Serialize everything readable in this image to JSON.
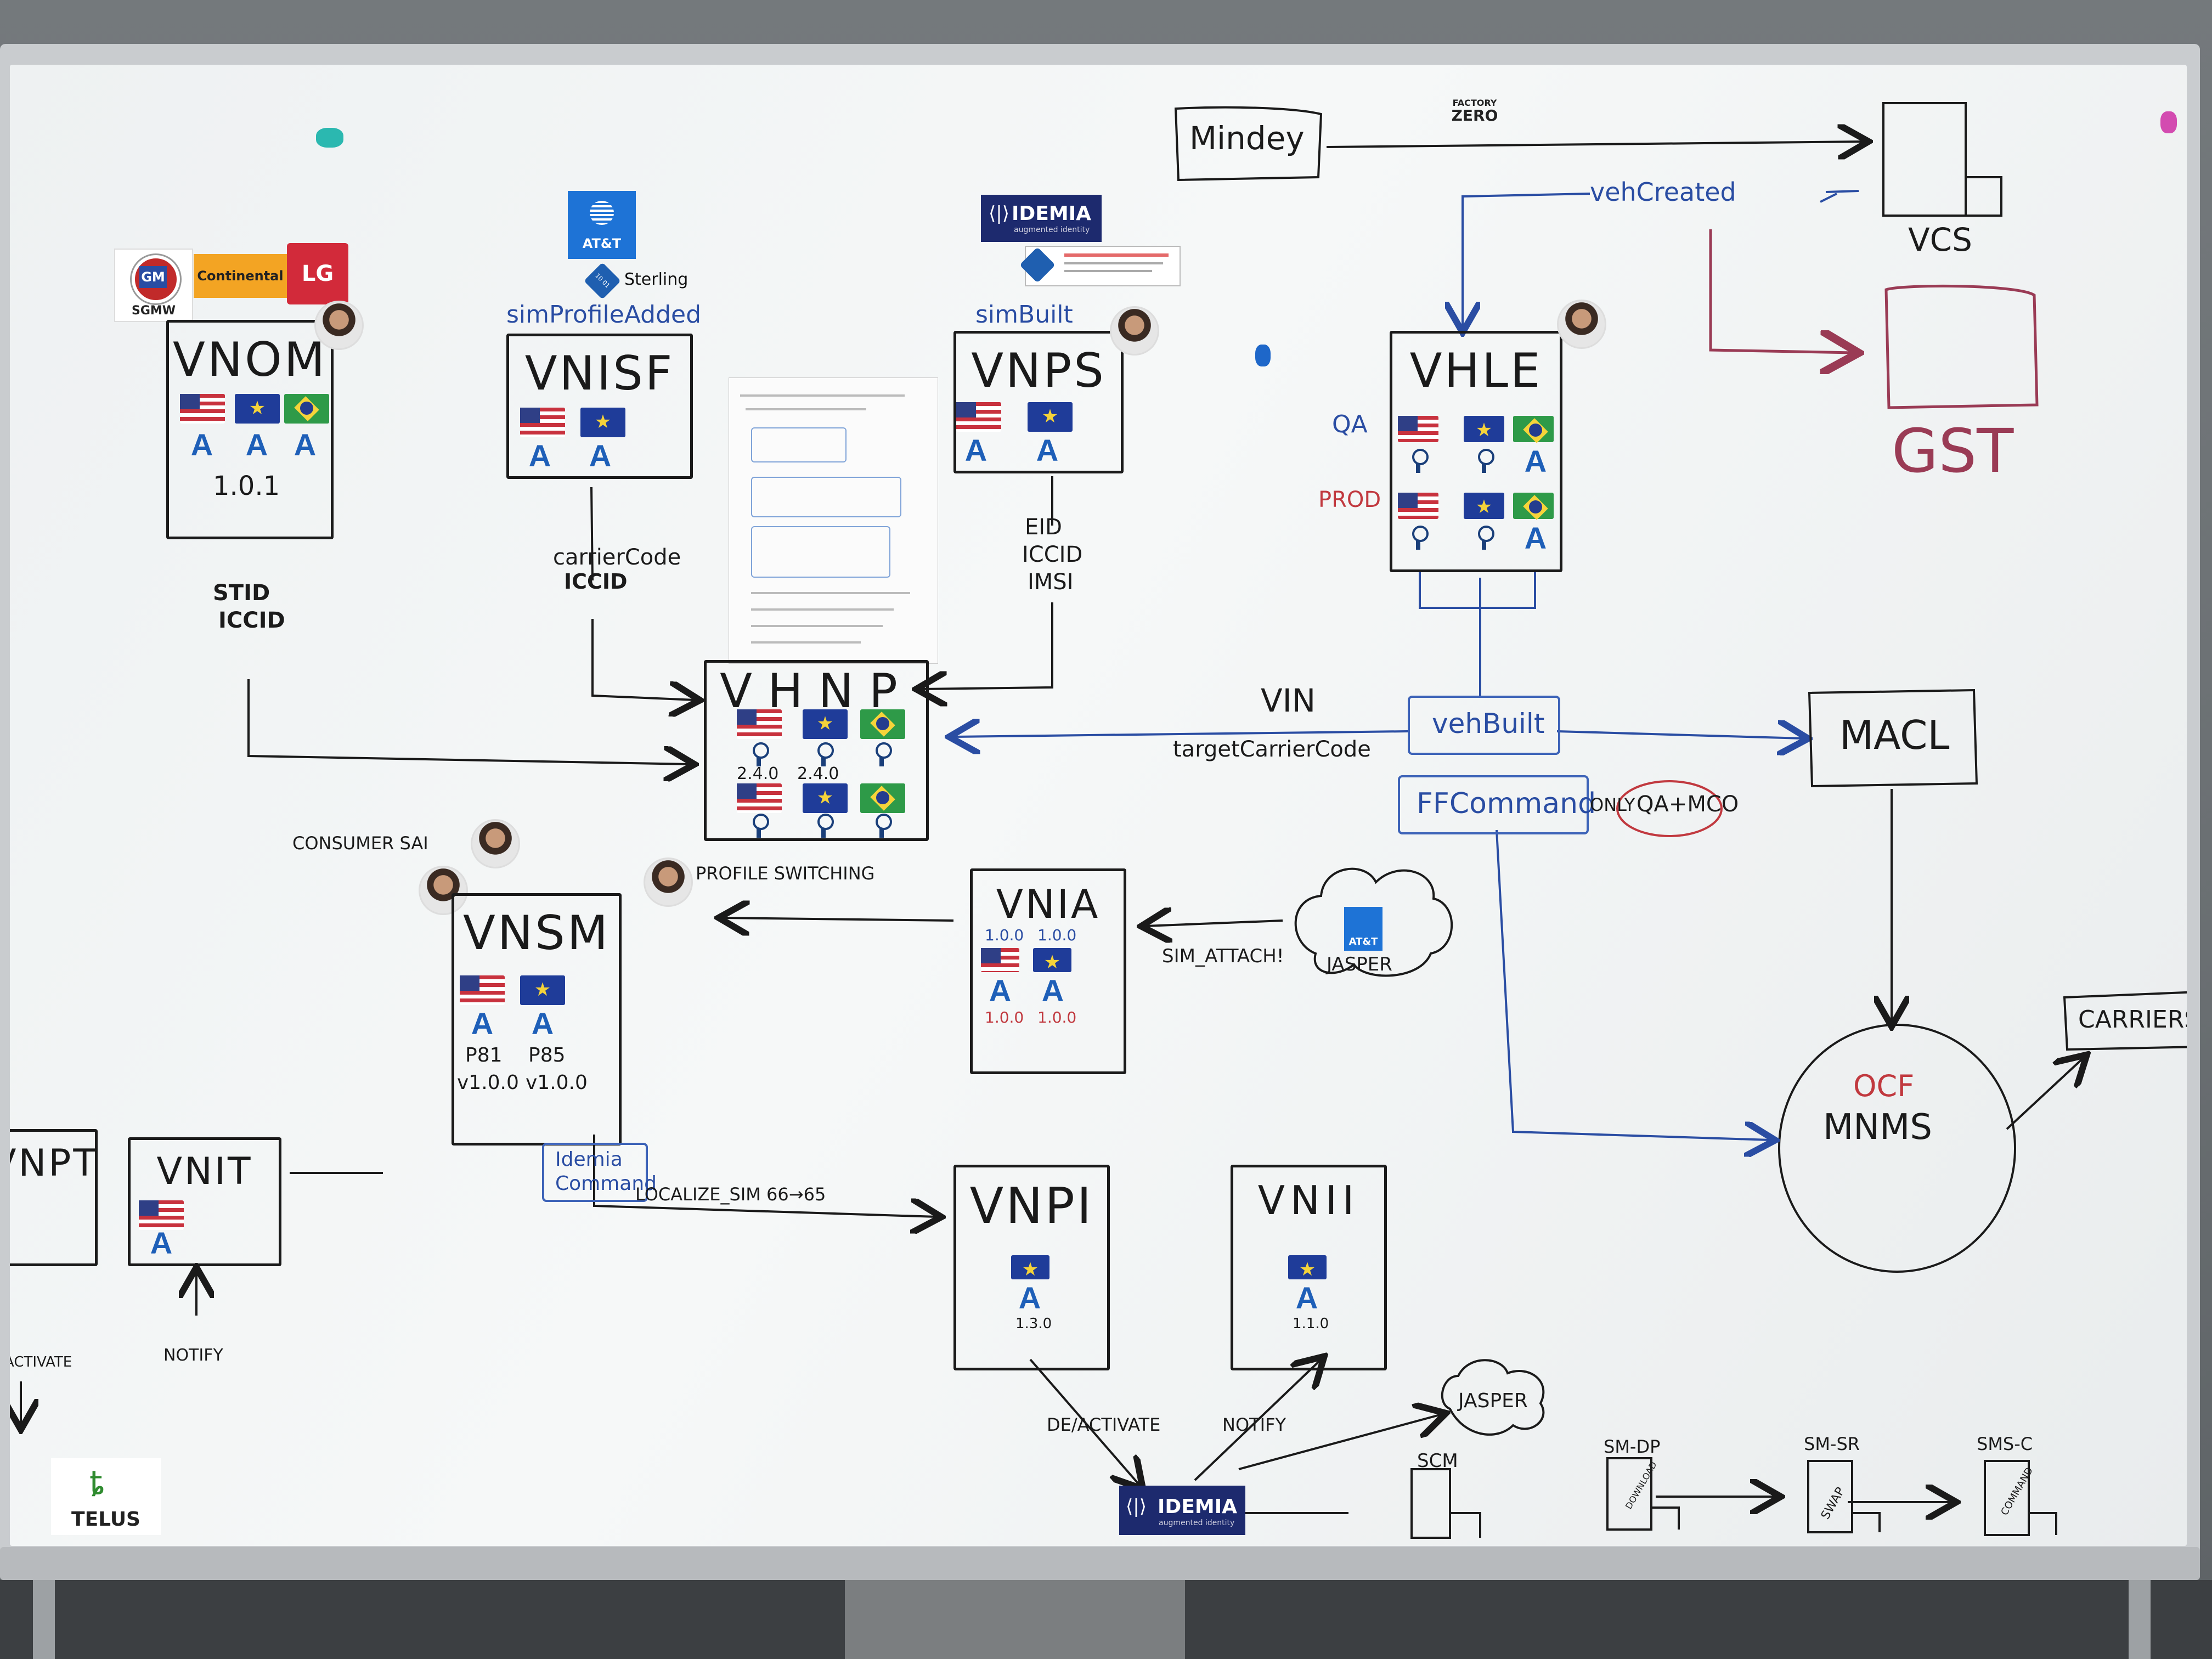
{
  "logos": {
    "gm": "GM",
    "sgmw": "SGMW",
    "continental": "Continental",
    "lg": "LG",
    "att_top": "AT&T",
    "sterling": "Sterling",
    "sterling_badge": "10 01",
    "idemia_top": "IDEMIA",
    "idemia_tagline": "augmented identity",
    "idemia_bottom": "IDEMIA",
    "factory_zero_top": "FACTORY",
    "factory_zero_bottom": "ZERO",
    "att_cloud": "AT&T",
    "telus": "TELUS"
  },
  "services": {
    "vnom": {
      "name": "VNOM",
      "version": "1.0.1"
    },
    "vnisf": {
      "name": "VNISF",
      "event": "simProfileAdded"
    },
    "vnps": {
      "name": "VNPS",
      "event": "simBuilt"
    },
    "vhle": {
      "name": "VHLE",
      "row_qa": "QA",
      "row_prod": "PROD"
    },
    "vhnp": {
      "name": "VHNP",
      "ver_1": "2.4.0",
      "ver_2": "2.4.0"
    },
    "vnsm": {
      "name": "VNSM",
      "label_a": "P81",
      "label_b": "P85",
      "ver_a": "v1.0.0",
      "ver_b": "v1.0.0"
    },
    "vnia": {
      "name": "VNIA",
      "top_a": "1.0.0",
      "top_b": "1.0.0",
      "bot_a": "1.0.0",
      "bot_b": "1.0.0"
    },
    "vnpi": {
      "name": "VNPI",
      "version": "1.3.0"
    },
    "vnii": {
      "name": "VNII",
      "version": "1.1.0"
    },
    "vnit": {
      "name": "VNIT"
    },
    "vnpt": {
      "name": "VNPT"
    },
    "vcs": {
      "name": "VCS"
    },
    "gst": {
      "name": "GST"
    },
    "macl": {
      "name": "MACL"
    },
    "mnms": {
      "name": "MNMS",
      "tag": "OCF"
    },
    "carriers": {
      "name": "CARRIERS"
    },
    "mindey": {
      "name": "Mindey"
    }
  },
  "labels": {
    "stid": "STID",
    "iccid_left": "ICCID",
    "carrier_code": "carrierCode",
    "iccid_mid": "ICCID",
    "eid": "EID",
    "iccid_right": "ICCID",
    "imsi": "IMSI",
    "veh_created": "vehCreated",
    "vin": "VIN",
    "target_carrier_code": "targetCarrierCode",
    "veh_built": "vehBuilt",
    "ff_command": "FFCommand",
    "only": "ONLY",
    "qa_mco": "QA+MCO",
    "consumer_sai": "CONSUMER SAI",
    "profile_switching": "PROFILE SWITCHING",
    "sim_attach": "SIM_ATTACH!",
    "jasper": "JASPER",
    "idemia_command_1": "Idemia",
    "idemia_command_2": "Command",
    "localize_sim": "LOCALIZE_SIM 66→65",
    "deactivate": "DE/ACTIVATE",
    "notify": "NOTIFY",
    "notify_left": "NOTIFY",
    "activate_left": "ACTIVATE",
    "jasper_bottom": "JASPER",
    "scm": "SCM",
    "sm_dp": "SM-DP",
    "sm_sr": "SM-SR",
    "sms_c": "SMS-C",
    "download": "DOWNLOAD",
    "swap": "SWAP",
    "command": "COMMAND"
  },
  "colors": {
    "marker_black": "#1a1a1a",
    "marker_blue": "#2a4da3",
    "marker_red": "#c1393f",
    "marker_maroon": "#9a3b55",
    "magnet_blue": "#1e5fb8"
  }
}
